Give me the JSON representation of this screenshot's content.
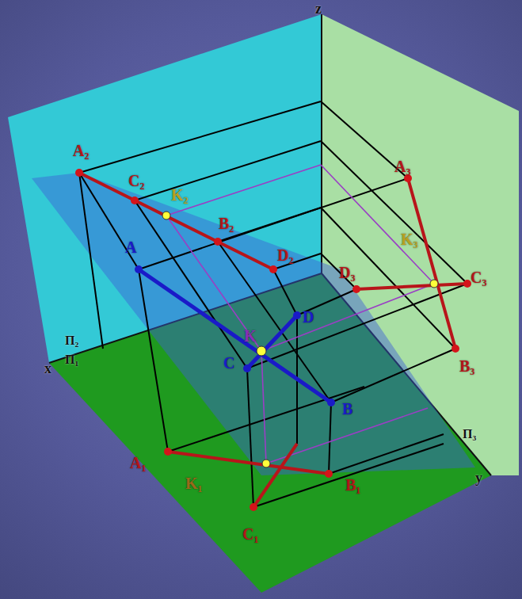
{
  "diagram": {
    "labels": [
      "z",
      "A₂",
      "C₂",
      "K₂",
      "B₂",
      "D₂",
      "A₃",
      "K₃",
      "D₃",
      "C₃",
      "B₃",
      "A",
      "K",
      "D",
      "C",
      "B",
      "Π₂",
      "x",
      "Π₁",
      "Π₃",
      "y",
      "A₁",
      "K₁",
      "B₁",
      "C₁"
    ]
  }
}
